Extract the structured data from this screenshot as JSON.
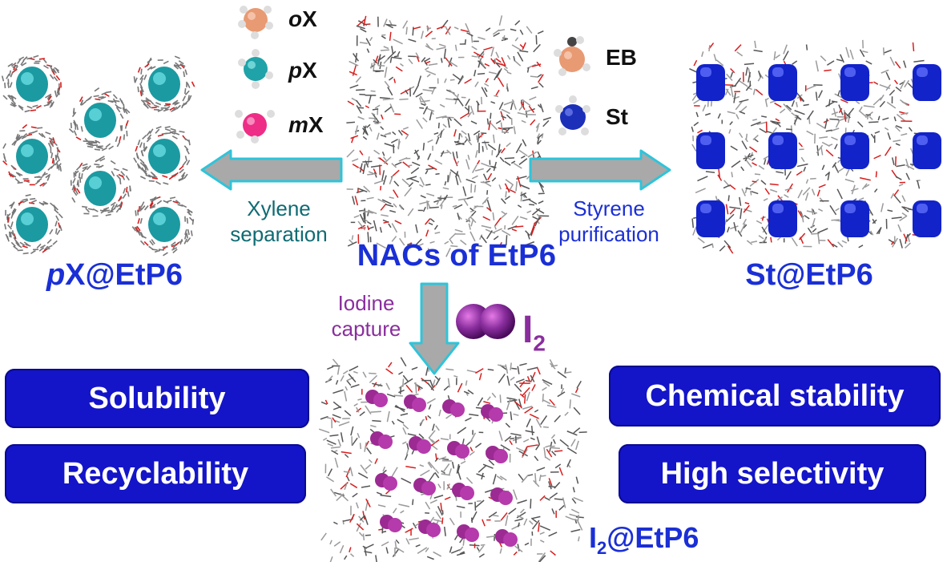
{
  "center": {
    "title": "NACs of EtP6"
  },
  "left": {
    "product_prefix": "p",
    "product_suffix": "X@EtP6",
    "process_line1": "Xylene",
    "process_line2": "separation",
    "guests": [
      {
        "prefix": "o",
        "suffix": "X",
        "color": "#e89a73"
      },
      {
        "prefix": "p",
        "suffix": "X",
        "color": "#1fa3a8"
      },
      {
        "prefix": "m",
        "suffix": "X",
        "color": "#ee2d86"
      }
    ]
  },
  "right": {
    "product": "St@EtP6",
    "process_line1": "Styrene",
    "process_line2": "purification",
    "guests": [
      {
        "label": "EB",
        "color": "#e89a73"
      },
      {
        "label": "St",
        "color": "#1c2fb8"
      }
    ]
  },
  "bottom": {
    "process_line1": "Iodine",
    "process_line2": "capture",
    "iodine_main": "I",
    "iodine_sub": "2",
    "product_main": "I",
    "product_sub": "2",
    "product_suffix": "@EtP6"
  },
  "features": {
    "solubility": "Solubility",
    "recyclability": "Recyclability",
    "chemical_stability": "Chemical stability",
    "high_selectivity": "High selectivity"
  },
  "colors": {
    "title_blue": "#1a2fd6",
    "pill_blue": "#1414c8",
    "teal": "#0f6b73",
    "purple": "#8a2e9e",
    "arrow_gray": "#a9a9a9",
    "arrow_teal": "#2fc4d9"
  }
}
